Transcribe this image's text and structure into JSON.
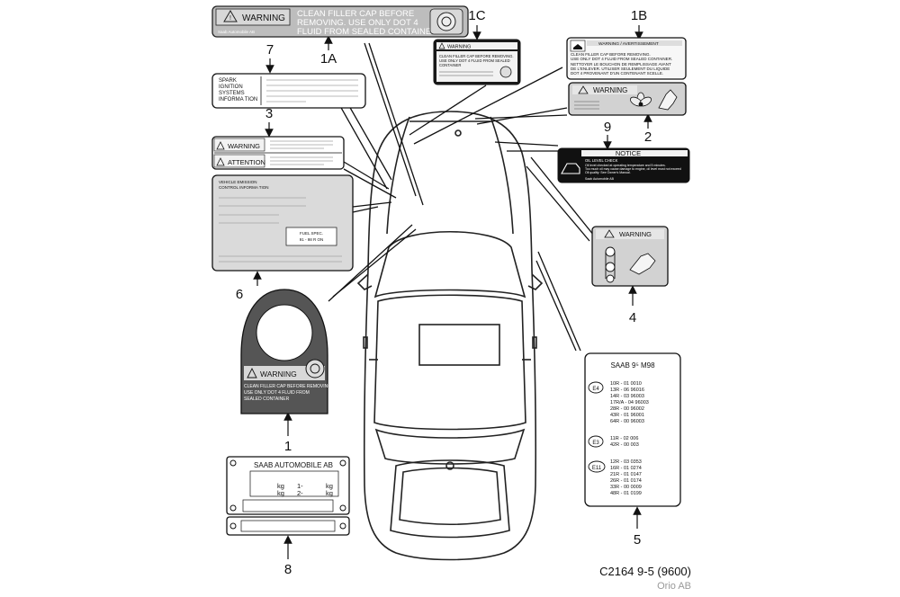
{
  "callouts": {
    "c1": "1",
    "c1A": "1A",
    "c1B": "1B",
    "c1C": "1C",
    "c2": "2",
    "c3": "3",
    "c4": "4",
    "c5": "5",
    "c6": "6",
    "c7": "7",
    "c8": "8",
    "c9": "9"
  },
  "labels": {
    "l1a": {
      "warning": "WARNING",
      "text": [
        "CLEAN FILLER CAP BEFORE",
        "REMOVING. USE ONLY DOT 4",
        "FLUID FROM SEALED CONTAINER"
      ],
      "footer": "Saab Automobile AB"
    },
    "l1c": {
      "warning": "WARNING",
      "text": [
        "CLEAN FILLER CAP BEFORE REMOVING.",
        "USE ONLY DOT 4 FLUID FROM SEALED",
        "CONTAINER"
      ]
    },
    "l1b": {
      "warning": "WARNING / AVERTISSEMENT",
      "text": [
        "CLEAN FILLER CAP BEFORE REMOVING.",
        "USE ONLY DOT 4 FLUID FROM SEALED CONTAINER.",
        "NETTOYER LE BOUCHON DE REMPLISSAGE AVANT",
        "DE L'ENLEVER. UTILISER SEULEMENT DU LIQUIDE",
        "DOT 4 PROVENANT D'UN CONTENANT SCELLE."
      ]
    },
    "l2": {
      "warning": "WARNING"
    },
    "l9": {
      "notice": "NOTICE",
      "title": "OIL LEVEL CHECK",
      "text": [
        "Oil level checked at operating temperature and 5 minutes.",
        "Too much oil may cause damage to engine, oil level must not exceed",
        "Oil quality: See Owner's Manual."
      ],
      "footer": "Saab Automobile AB"
    },
    "l7": {
      "text": [
        "SPARK",
        "IGNITION",
        "SYSTEMS",
        "INFORMA TION"
      ]
    },
    "l3": {
      "warning": "WARNING",
      "attention": "ATTENTION"
    },
    "l6": {
      "title": [
        "VEHICLE EMISSION",
        "CONTROL INFORMA TION"
      ],
      "fuel": [
        "FUEL SPEC.",
        "91 - 98 R ON"
      ]
    },
    "l4": {
      "warning": "WARNING"
    },
    "l5": {
      "title": "SAAB 9⁵  M98",
      "e4": "E4",
      "e4_codes": [
        "10R - 01 0010",
        "13R - 06 96016",
        "14R - 03 96003",
        "17R/A - 04 96003",
        "28R - 00 96002",
        "43R - 01 96001",
        "64R - 00 96003"
      ],
      "e3": "E3",
      "e3_codes": [
        "11R - 02 006",
        "42R - 00 003"
      ],
      "e11": "E11",
      "e11_codes": [
        "12R - 03 0353",
        "16R - 01 0274",
        "21R - 01 0147",
        "26R - 01 0174",
        "33R - 00 0009",
        "48R - 01 0199"
      ]
    },
    "l1": {
      "warning": "WARNING",
      "text": [
        "CLEAN FILLER CAP BEFORE REMOVING",
        "USE ONLY DOT 4 FLUID FROM",
        "SEALED CONTAINER"
      ]
    },
    "l8": {
      "title": "SAAB AUTOMOBILE AB",
      "kg": [
        "kg",
        "kg",
        "kg",
        "kg"
      ],
      "axle": [
        "1-",
        "2-"
      ]
    }
  },
  "caption": {
    "code": "C2164 9-5 (9600)",
    "credit": "Orio AB"
  }
}
